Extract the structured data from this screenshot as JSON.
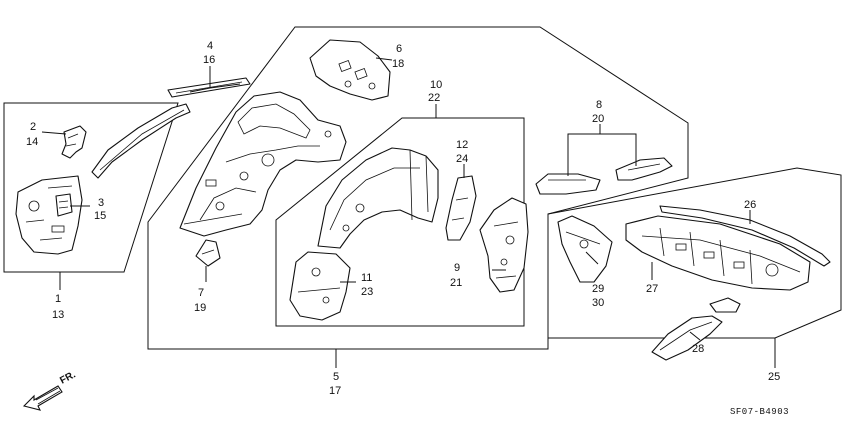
{
  "callouts": [
    {
      "id": "c1",
      "lines": [
        "1",
        "13"
      ]
    },
    {
      "id": "c2",
      "lines": [
        "2",
        "14"
      ]
    },
    {
      "id": "c3",
      "lines": [
        "3",
        "15"
      ]
    },
    {
      "id": "c4",
      "lines": [
        "4",
        "16"
      ]
    },
    {
      "id": "c5",
      "lines": [
        "5",
        "17"
      ]
    },
    {
      "id": "c6",
      "lines": [
        "6",
        "18"
      ]
    },
    {
      "id": "c7",
      "lines": [
        "7",
        "19"
      ]
    },
    {
      "id": "c8",
      "lines": [
        "8",
        "20"
      ]
    },
    {
      "id": "c9",
      "lines": [
        "9",
        "21"
      ]
    },
    {
      "id": "c10",
      "lines": [
        "10",
        "22"
      ]
    },
    {
      "id": "c11",
      "lines": [
        "11",
        "23"
      ]
    },
    {
      "id": "c12",
      "lines": [
        "12",
        "24"
      ]
    },
    {
      "id": "c25",
      "lines": [
        "25"
      ]
    },
    {
      "id": "c26",
      "lines": [
        "26"
      ]
    },
    {
      "id": "c27",
      "lines": [
        "27"
      ]
    },
    {
      "id": "c28",
      "lines": [
        "28"
      ]
    },
    {
      "id": "c29",
      "lines": [
        "29",
        "30"
      ]
    }
  ],
  "direction_label": "FR.",
  "diagram_code": "SF07-B4903"
}
